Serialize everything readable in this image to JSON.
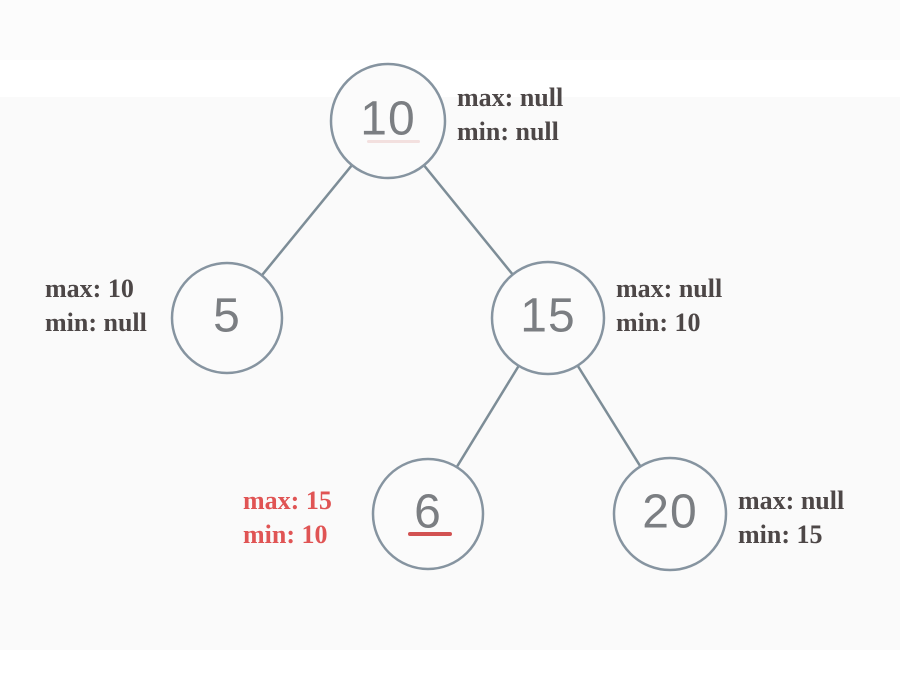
{
  "diagram": {
    "type": "binary-search-tree-validation",
    "colors": {
      "node_stroke": "#8694a0",
      "edge": "#7d8d97",
      "node_value_text": "#7b7e82",
      "annotation_text": "#4d4747",
      "violation_text": "#e05454",
      "violation_underline": "#d25252",
      "root_underline_faint": "#f3e0df",
      "background": "#fbfbfb"
    },
    "nodes": [
      {
        "id": "root",
        "value": "10",
        "annotation": {
          "max": "max: null",
          "min": "min: null"
        },
        "annotation_side": "right",
        "violation": false,
        "underline": "faint-pink"
      },
      {
        "id": "left",
        "value": "5",
        "annotation": {
          "max": "max: 10",
          "min": "min: null"
        },
        "annotation_side": "left",
        "violation": false,
        "underline": "none"
      },
      {
        "id": "right",
        "value": "15",
        "annotation": {
          "max": "max: null",
          "min": "min: 10"
        },
        "annotation_side": "right",
        "violation": false,
        "underline": "none"
      },
      {
        "id": "right-left",
        "value": "6",
        "annotation": {
          "max": "max: 15",
          "min": "min: 10"
        },
        "annotation_side": "left",
        "violation": true,
        "underline": "red"
      },
      {
        "id": "right-right",
        "value": "20",
        "annotation": {
          "max": "max: null",
          "min": "min: 15"
        },
        "annotation_side": "right",
        "violation": false,
        "underline": "none"
      }
    ],
    "edges": [
      {
        "from": "root",
        "to": "left"
      },
      {
        "from": "root",
        "to": "right"
      },
      {
        "from": "right",
        "to": "right-left"
      },
      {
        "from": "right",
        "to": "right-right"
      }
    ]
  }
}
